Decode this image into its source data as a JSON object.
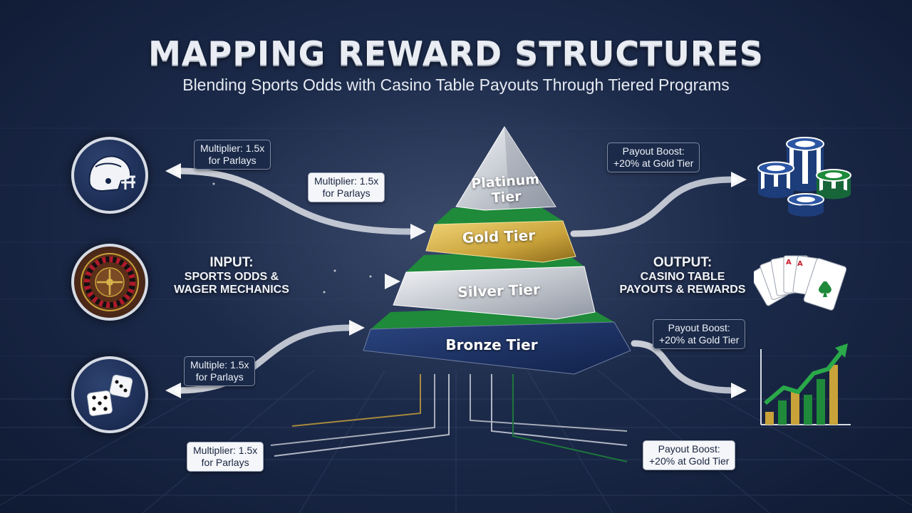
{
  "header": {
    "title": "MAPPING REWARD STRUCTURES",
    "subtitle": "Blending Sports Odds with Casino Table Payouts Through Tiered Programs"
  },
  "input": {
    "heading": "INPUT:",
    "line1": "SPORTS ODDS &",
    "line2": "WAGER MECHANICS"
  },
  "output": {
    "heading": "OUTPUT:",
    "line1": "CASINO TABLE",
    "line2": "PAYOUTS & REWARDS"
  },
  "tiers": {
    "platinum_line1": "Platinum",
    "platinum_line2": "Tier",
    "gold": "Gold Tier",
    "silver": "Silver Tier",
    "bronze": "Bronze Tier"
  },
  "labels": {
    "top_left_1": {
      "line1": "Multiplier: 1.5x",
      "line2": "for Parlays"
    },
    "top_left_2": {
      "line1": "Multiplier: 1.5x",
      "line2": "for Parlays"
    },
    "bottom_left_1": {
      "line1": "Multiple: 1.5x",
      "line2": "for Parlays"
    },
    "bottom_center": {
      "line1": "Multiplier: 1.5x",
      "line2": "for Parlays"
    },
    "top_right": {
      "line1": "Payout Boost:",
      "line2": "+20% at Gold Tier"
    },
    "mid_right": {
      "line1": "Payout Boost:",
      "line2": "+20% at Gold Tier"
    },
    "bottom_right": {
      "line1": "Payout Boost:",
      "line2": "+20% at Gold Tier"
    }
  },
  "icons": {
    "helmet": "football-helmet-icon",
    "roulette": "roulette-wheel-icon",
    "dice": "dice-icon",
    "chips": "casino-chips-icon",
    "cards": "playing-cards-icon",
    "growth": "growth-chart-icon"
  },
  "colors": {
    "background": "#1c2a4a",
    "gold": "#c9a23a",
    "green": "#1e8a3a",
    "silver": "#c8ccd3",
    "bronze_navy": "#1b2f5e"
  }
}
